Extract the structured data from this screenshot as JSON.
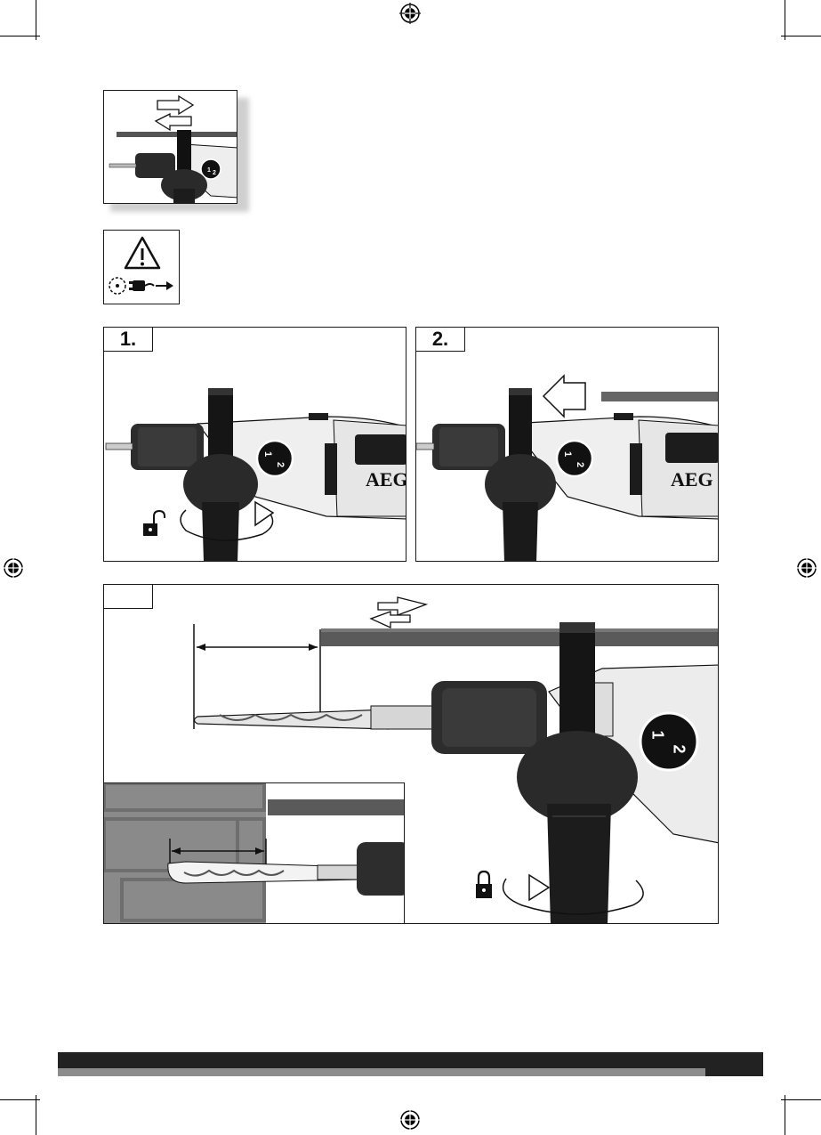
{
  "steps": [
    {
      "label": "1."
    },
    {
      "label": "2."
    },
    {
      "label": ""
    }
  ],
  "dial": {
    "one": "1",
    "two": "2"
  },
  "brand": {
    "text": "AEG"
  },
  "colors": {
    "tool_dark": "#1c1c1c",
    "tool_light": "#e8e8e8",
    "guide_bar": "#555555",
    "wall": "#8a8a8a",
    "footer_dark": "#222222",
    "footer_light": "#8c8c8c"
  },
  "icons": [
    "warning-icon",
    "unplug-icon",
    "lock-open-icon",
    "lock-closed-icon",
    "registration-mark-icon"
  ]
}
